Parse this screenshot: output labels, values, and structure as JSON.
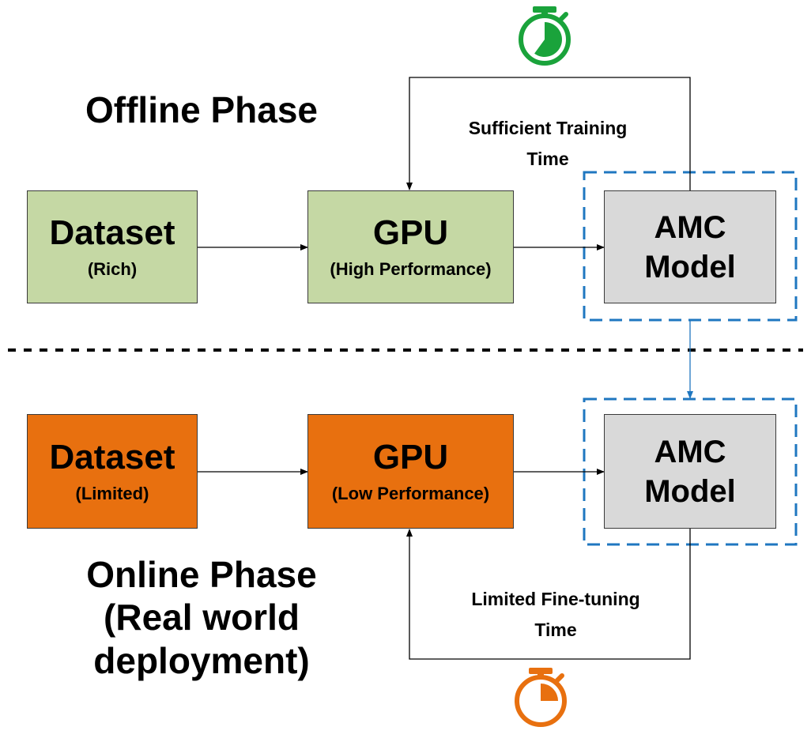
{
  "colors": {
    "offline_fill": "#c5d8a4",
    "online_fill": "#e8700f",
    "model_fill": "#d9d9d9",
    "dashed_border": "#1f77c0",
    "stopwatch_offline": "#1aa33b",
    "stopwatch_online": "#e8700f"
  },
  "offline": {
    "title": "Offline Phase",
    "dataset": {
      "label": "Dataset",
      "sub": "(Rich)"
    },
    "gpu": {
      "label": "GPU",
      "sub": "(High Performance)"
    },
    "model": {
      "line1": "AMC",
      "line2": "Model"
    },
    "loop_caption": {
      "line1": "Sufficient Training",
      "line2": "Time"
    },
    "stopwatch_icon": "stopwatch-icon",
    "stopwatch_fill_fraction": 0.6
  },
  "online": {
    "title_line1": "Online Phase",
    "title_line2": "(Real world",
    "title_line3": "deployment)",
    "dataset": {
      "label": "Dataset",
      "sub": "(Limited)"
    },
    "gpu": {
      "label": "GPU",
      "sub": "(Low Performance)"
    },
    "model": {
      "line1": "AMC",
      "line2": "Model"
    },
    "loop_caption": {
      "line1": "Limited Fine-tuning",
      "line2": "Time"
    },
    "stopwatch_icon": "stopwatch-icon",
    "stopwatch_fill_fraction": 0.25
  }
}
